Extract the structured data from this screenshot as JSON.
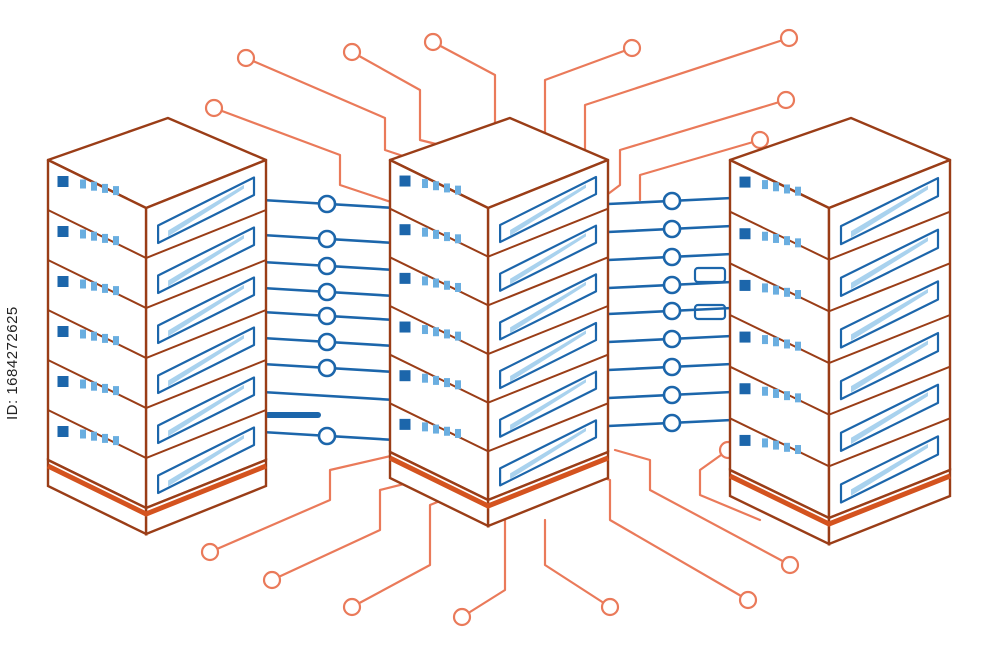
{
  "stock_id": "ID: 1684272625",
  "colors": {
    "outline": "#9a3d17",
    "circuit": "#ea7a5a",
    "base": "#d4531f",
    "link": "#1c66ab",
    "panel": "#a9d2ee",
    "led": "#6aaee0",
    "background": "#ffffff"
  },
  "server_racks": [
    {
      "name": "left-rack",
      "units": 6
    },
    {
      "name": "center-rack",
      "units": 6
    },
    {
      "name": "right-rack",
      "units": 6
    }
  ],
  "icons": [
    "server-rack-icon",
    "circuit-trace-icon",
    "network-link-icon"
  ]
}
